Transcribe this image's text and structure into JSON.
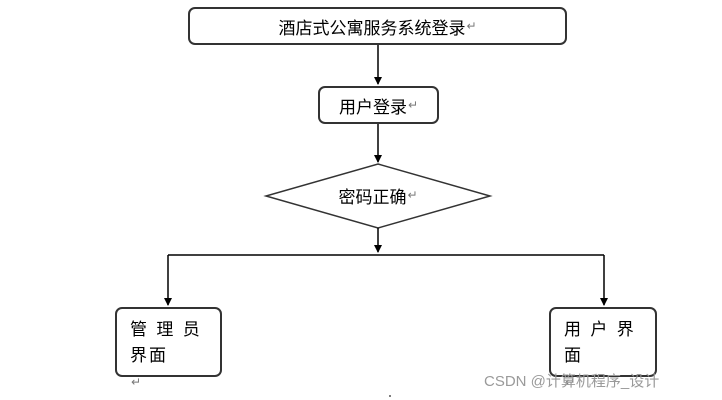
{
  "title_box": {
    "text": "酒店式公寓服务系统登录"
  },
  "login_box": {
    "text": "用户登录"
  },
  "decision": {
    "text": "密码正确"
  },
  "admin_box": {
    "line1": "管 理 员",
    "line2": "界面"
  },
  "user_box": {
    "line1": "用 户 界",
    "line2": "面"
  },
  "return_mark": "↵",
  "watermark": "CSDN @计算机程序_设计",
  "colors": {
    "line": "#000000",
    "border": "#333333",
    "watermark": "#9a9a9a"
  }
}
